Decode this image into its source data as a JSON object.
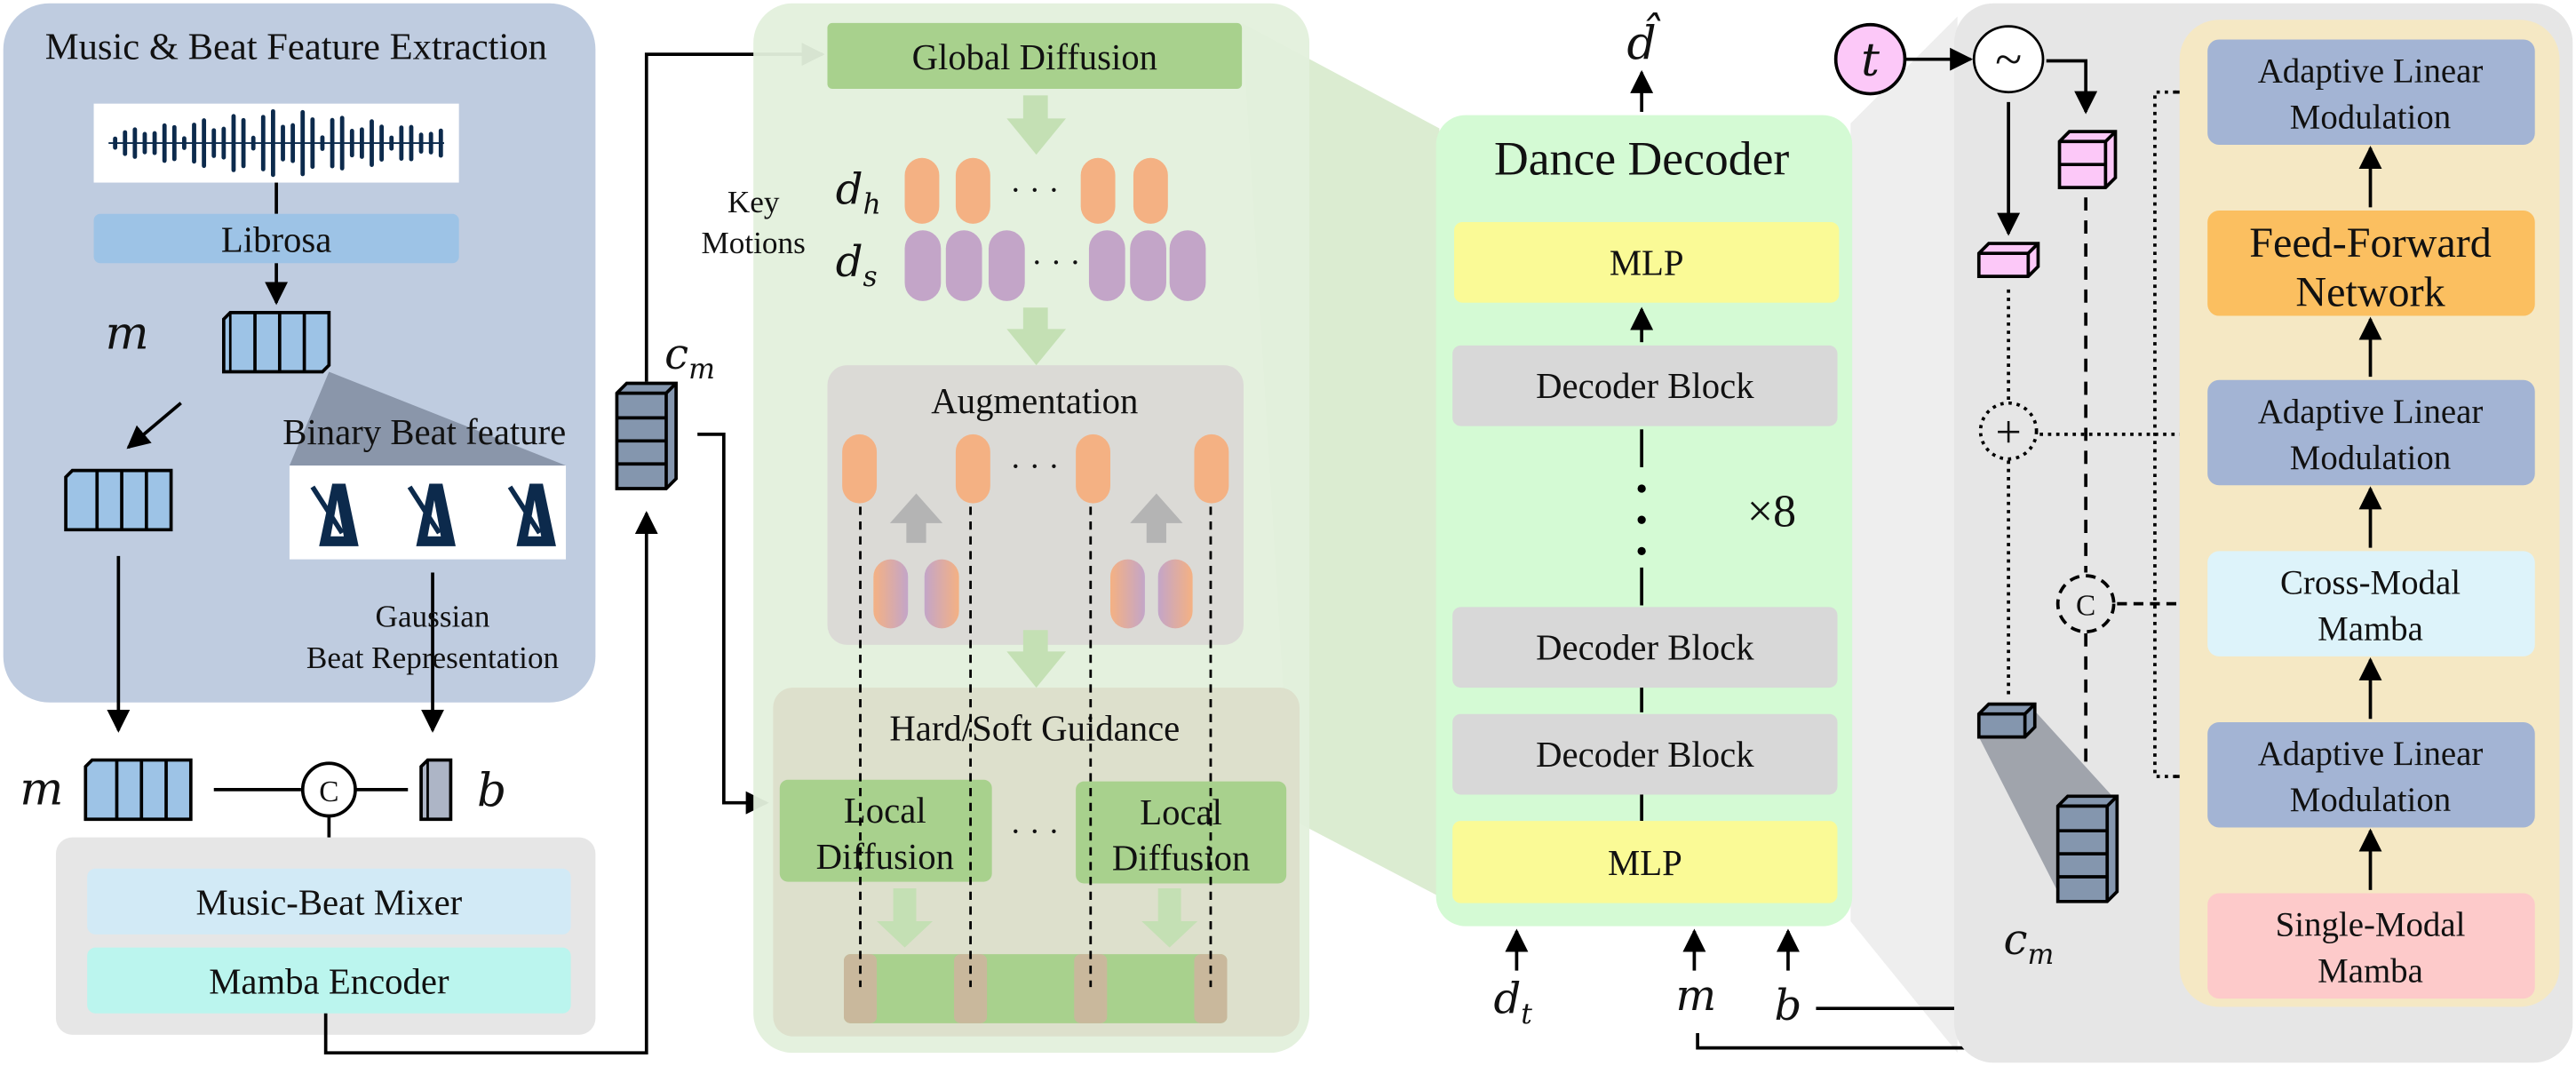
{
  "panels": {
    "extraction": {
      "title": "Music & Beat Feature Extraction",
      "librosa": "Librosa",
      "music_symbol": "m",
      "binary_beat": "Binary Beat feature",
      "gaussian_line1": "Gaussian",
      "gaussian_line2": "Beat Representation"
    },
    "encoder": {
      "music_symbol": "m",
      "beat_symbol": "b",
      "concat_symbol": "C",
      "mixer": "Music-Beat Mixer",
      "mamba_encoder": "Mamba Encoder",
      "cond_symbol": "c",
      "cond_sub": "m"
    },
    "diffusion": {
      "global": "Global Diffusion",
      "key_motions_1": "Key",
      "key_motions_2": "Motions",
      "dh": "d",
      "dh_sub": "h",
      "ds": "d",
      "ds_sub": "s",
      "ellipsis": "· · ·",
      "augmentation": "Augmentation",
      "guidance": "Hard/Soft Guidance",
      "local_1a": "Local",
      "local_1b": "Diffusion",
      "local_2a": "Local",
      "local_2b": "Diffusion"
    },
    "decoder": {
      "output": "d̂",
      "title": "Dance Decoder",
      "mlp_top": "MLP",
      "block_top": "Decoder Block",
      "repeat": "×8",
      "block_mid": "Decoder Block",
      "block_bottom": "Decoder Block",
      "mlp_bottom": "MLP",
      "input_dt": "d",
      "input_dt_sub": "t",
      "input_m": "m",
      "input_b": "b"
    },
    "block_detail": {
      "time_symbol": "t",
      "embed_symbol": "~",
      "add_symbol": "+",
      "concat_symbol": "C",
      "cond_symbol": "c",
      "cond_sub": "m",
      "layers": [
        "Adaptive Linear|Modulation",
        "Feed-Forward|Network",
        "Adaptive Linear|Modulation",
        "Cross-Modal|Mamba",
        "Adaptive Linear|Modulation",
        "Single-Modal|Mamba"
      ]
    }
  },
  "colors": {
    "extraction_bg": "#bfcce0",
    "librosa": "#9dc3e6",
    "mixer": "#d2eaf6",
    "mamba_encoder": "#bbf5ee",
    "diffusion_bg": "#e3f0dc",
    "global": "#a8d18d",
    "orange_token": "#f4b183",
    "purple_token": "#c3a5c8",
    "decoder_bg": "#d4fad4",
    "mlp": "#fafa96",
    "decoder_block": "#d8d8d8",
    "alm": "#a3b4d4",
    "ffn": "#fbbf60",
    "cross": "#ddf3fa",
    "single": "#fdcaca",
    "block_bg": "#f5e8c4",
    "time_token": "#fcc8f8",
    "cube": "#8496ae"
  }
}
